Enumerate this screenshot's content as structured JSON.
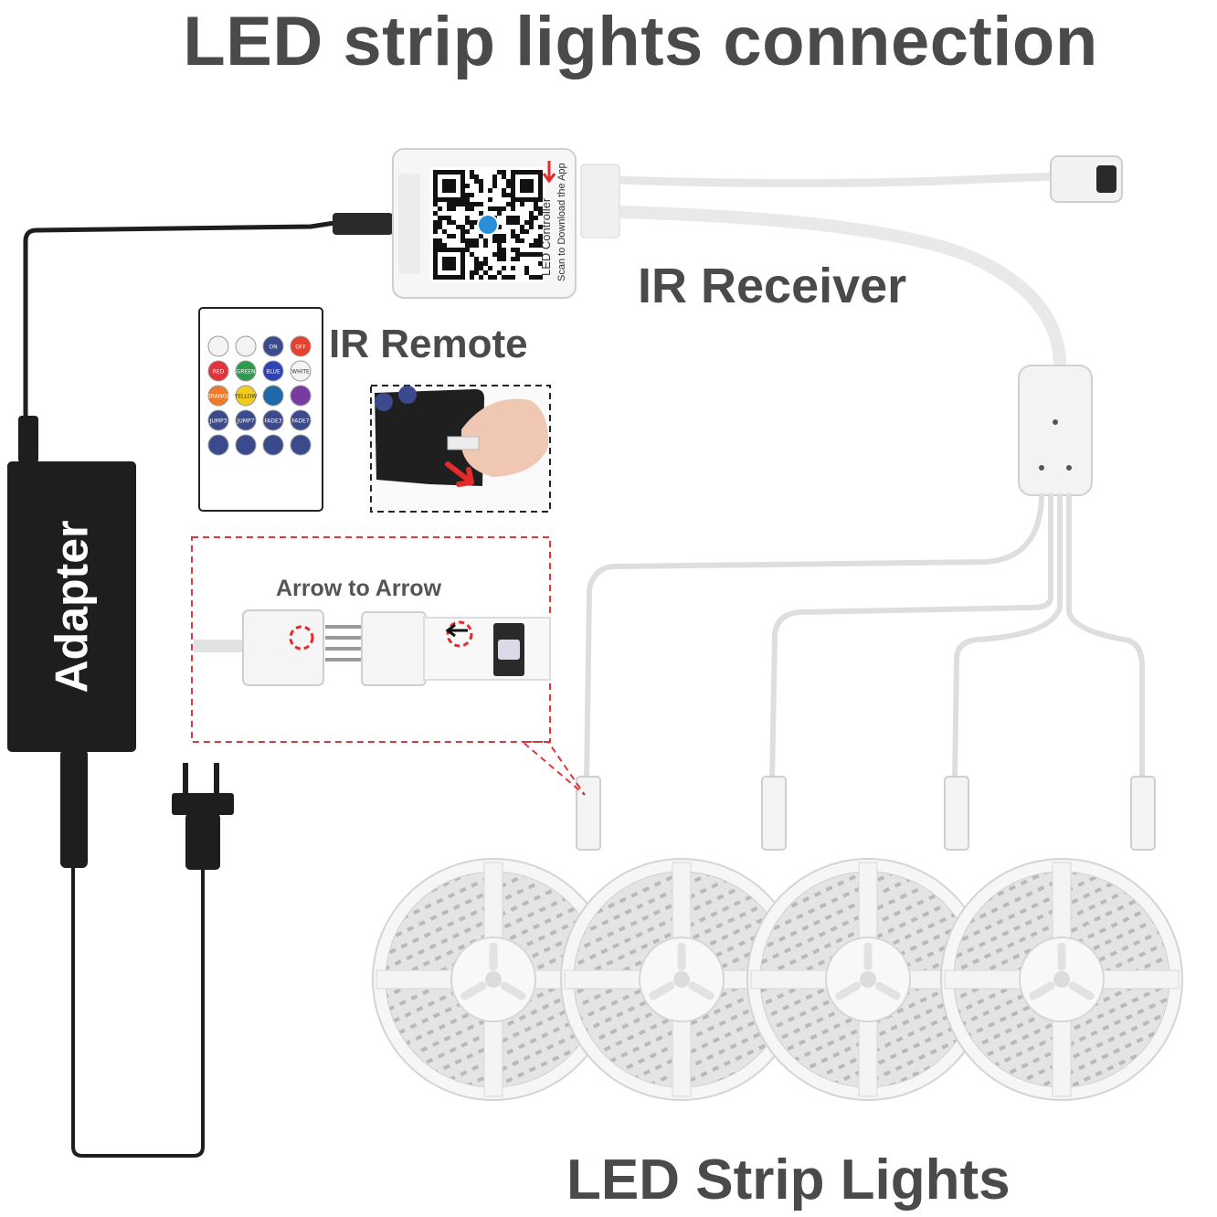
{
  "title": "LED strip lights connection",
  "labels": {
    "ir_receiver": "IR Receiver",
    "ir_remote": "IR Remote",
    "adapter": "Adapter",
    "arrow_to_arrow": "Arrow to  Arrow",
    "led_strip_lights": "LED Strip Lights"
  },
  "controller": {
    "line1": "LED Controller",
    "line2": "Scan to Download the App"
  },
  "remote": {
    "rows": [
      [
        {
          "label": "",
          "color": "#f4f4f4"
        },
        {
          "label": "",
          "color": "#f4f4f4"
        },
        {
          "label": "ON",
          "color": "#3a4a8c"
        },
        {
          "label": "OFF",
          "color": "#e8402e"
        }
      ],
      [
        {
          "label": "RED",
          "color": "#e2323a"
        },
        {
          "label": "GREEN",
          "color": "#2d9b4e"
        },
        {
          "label": "BLUE",
          "color": "#2c43b8"
        },
        {
          "label": "WHITE",
          "color": "#f4f4f4"
        }
      ],
      [
        {
          "label": "ORANGE",
          "color": "#f07a2a"
        },
        {
          "label": "YELLOW",
          "color": "#f2cc1d"
        },
        {
          "label": "",
          "color": "#1e6aa8"
        },
        {
          "label": "",
          "color": "#7a3ba0"
        }
      ],
      [
        {
          "label": "JUMP3",
          "color": "#3a4a8c"
        },
        {
          "label": "JUMP7",
          "color": "#3a4a8c"
        },
        {
          "label": "FADE3",
          "color": "#3a4a8c"
        },
        {
          "label": "FADE7",
          "color": "#3a4a8c"
        }
      ],
      [
        {
          "label": "",
          "color": "#3a4a8c"
        },
        {
          "label": "",
          "color": "#3a4a8c"
        },
        {
          "label": "",
          "color": "#3a4a8c"
        },
        {
          "label": "",
          "color": "#3a4a8c"
        }
      ]
    ]
  },
  "colors": {
    "label_text": "#4a4a4a",
    "adapter_body": "#1e1e1e",
    "cable": "#e6e6e6",
    "dashed_red": "#d63a3a",
    "arrow_red": "#e52a2a"
  }
}
